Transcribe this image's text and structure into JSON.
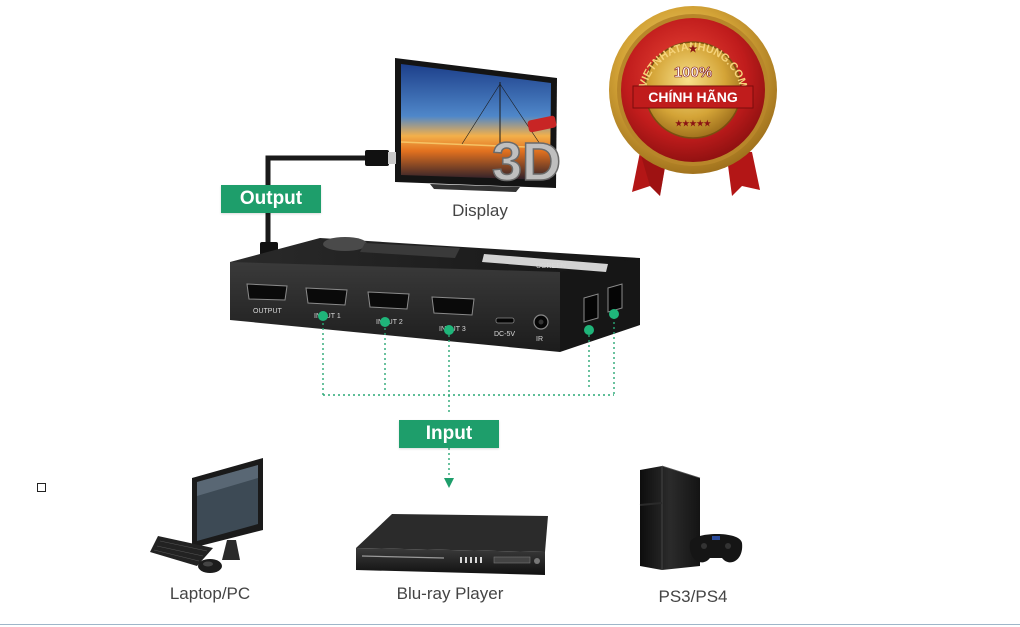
{
  "labels": {
    "output": "Output",
    "input": "Input"
  },
  "devices": {
    "display": "Display",
    "laptop": "Laptop/PC",
    "bluray": "Blu-ray Player",
    "console": "PS3/PS4"
  },
  "switch": {
    "ports": {
      "output": "OUTPUT",
      "input1": "INPUT 1",
      "input2": "INPUT 2",
      "input3": "INPUT 3",
      "dc": "DC-5V",
      "ir": "IR"
    },
    "brand": "UGREEN"
  },
  "display_badge": "3D",
  "seal": {
    "percent": "100%",
    "text": "CHÍNH HÃNG",
    "ring_text": "VIETNHATANHUNG.COM",
    "stars": "★★★★★",
    "top_star": "★"
  },
  "colors": {
    "accent_green": "#1e9e6b",
    "seal_red": "#c01c1c",
    "seal_gold": "#d4a437",
    "device_black": "#1b1b1b"
  },
  "icons": {
    "display": "tv-icon",
    "laptop": "desktop-pc-icon",
    "bluray": "bluray-player-icon",
    "console": "game-console-icon",
    "seal": "authentic-seal-icon",
    "switch": "hdmi-switch-icon"
  }
}
